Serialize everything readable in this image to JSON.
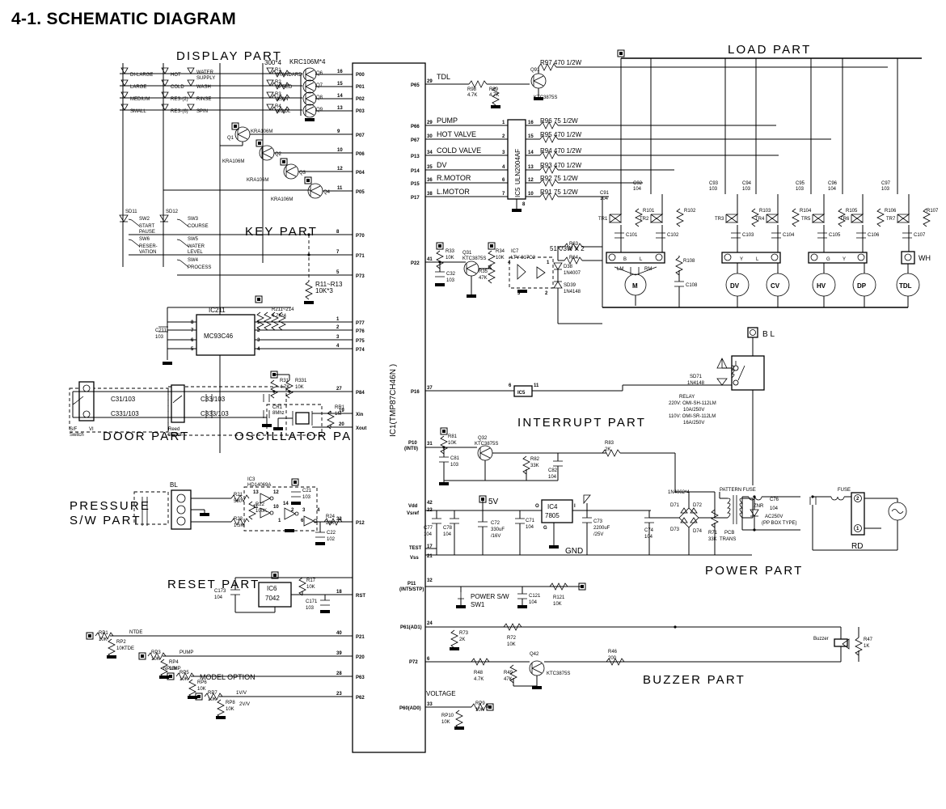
{
  "page": {
    "title": "4-1. SCHEMATIC DIAGRAM"
  },
  "sections": {
    "display": "DISPLAY  PART",
    "key": "KEY  PART",
    "door": "DOOR  PART",
    "oscillator": "OSCILLATOR  PART",
    "pressure": "PRESSURE\nS/W PART",
    "pressure_l1": "PRESSURE",
    "pressure_l2": "S/W PART",
    "reset": "RESET  PART",
    "load": "LOAD  PART",
    "interrupt": "INTERRUPT  PART",
    "power": "POWER  PART",
    "buzzer": "BUZZER  PART"
  },
  "mcu": {
    "label": "IC1(TMP87CH46N )"
  },
  "display_part": {
    "led_columns": [
      [
        "DI-LARGE",
        "LARGE",
        "MEDIUM",
        "SMALL"
      ],
      [
        "HOT",
        "COLD",
        "RES-(2)",
        "RES-(6)"
      ],
      [
        "WATER\nSUPPLY",
        "WASH",
        "RINSE",
        "SPIN"
      ],
      [
        "STANDARD",
        "SPEED",
        "JEAN",
        "WOOL"
      ]
    ],
    "col3_line1": "WATER",
    "col3_line2": "SUPPLY",
    "resistor_group": "300*4",
    "resistors": [
      "R1",
      "R2",
      "R3",
      "R4"
    ],
    "transistor_array": "KRC106M*4",
    "transistors": [
      "Q6",
      "Q7",
      "Q8",
      "Q9"
    ],
    "pins": [
      {
        "num": "16",
        "name": "P00"
      },
      {
        "num": "15",
        "name": "P01"
      },
      {
        "num": "14",
        "name": "P02"
      },
      {
        "num": "13",
        "name": "P03"
      }
    ],
    "drivers": [
      {
        "ref": "Q1",
        "part": "KRA106M",
        "pin": "9",
        "port": "P07"
      },
      {
        "ref": "Q2",
        "part": "KRA106M",
        "pin": "10",
        "port": "P06"
      },
      {
        "ref": "Q3",
        "part": "KRA106M",
        "pin": "12",
        "port": "P04"
      },
      {
        "ref": "Q4",
        "part": "KRA106M",
        "pin": "11",
        "port": "P05"
      }
    ]
  },
  "key_part": {
    "diodes": [
      "SD11",
      "SD12"
    ],
    "switches": [
      {
        "ref": "SW2",
        "l1": "START",
        "l2": "PAUSE"
      },
      {
        "ref": "SW3",
        "l1": "COURSE",
        "l2": ""
      },
      {
        "ref": "SW6",
        "l1": "RESER-",
        "l2": "VATION"
      },
      {
        "ref": "SW5",
        "l1": "WATER",
        "l2": "LEVEL"
      },
      {
        "ref": "SW4",
        "l1": "PROCESS",
        "l2": ""
      }
    ],
    "pins": [
      {
        "num": "8",
        "name": "P70"
      },
      {
        "num": "7",
        "name": "P71"
      },
      {
        "num": "5",
        "name": "P73"
      }
    ],
    "pullup_l1": "R11~R13",
    "pullup_l2": "10K*3",
    "eeprom": {
      "ref": "IC211",
      "part": "MC93C46",
      "cap_l1": "C211",
      "cap_l2": "103",
      "res_l1": "R211~214",
      "res_l2": "4.7K*4",
      "left_pins": [
        "8",
        "7",
        "6",
        "5"
      ],
      "right_pins": [
        "1",
        "2",
        "3",
        "4"
      ],
      "mcu_pins": [
        {
          "num": "1",
          "name": "P77"
        },
        {
          "num": "2",
          "name": "P76"
        },
        {
          "num": "3",
          "name": "P75"
        },
        {
          "num": "4",
          "name": "P74"
        }
      ]
    }
  },
  "door_part": {
    "sw_l1": "S/F",
    "sw_l2": "Switch",
    "sw_ref": "VI",
    "reed_l1": "Reed",
    "reed_l2": "Switch",
    "caps": [
      "C31/103",
      "C331/103",
      "C33/103",
      "C333/103"
    ],
    "r31_l1": "R31",
    "r31_l2": "4.7K",
    "r331_l1": "R331",
    "r331_l2": "10K",
    "pin": {
      "num": "27",
      "name": "P84"
    }
  },
  "oscillator_part": {
    "xtal_l1": "CR1",
    "xtal_l2": "8Mhz",
    "res_l1": "RR1",
    "res_l2": "1M",
    "pins": [
      {
        "num": "19",
        "name": "Xin"
      },
      {
        "num": "20",
        "name": "Xout"
      }
    ]
  },
  "pressure_part": {
    "conn": "BL",
    "r21_l1": "R21",
    "r21_l2": "560",
    "r22_l1": "R22",
    "r22_l2": "100K",
    "r23_l1": "R23",
    "r23_l2": "1.5K",
    "ic3_l1": "IC3",
    "ic3_l2": "HD14069A",
    "c21_l1": "C21",
    "c21_l2": "103",
    "c22_l1": "C22",
    "c22_l2": "102",
    "r24_l1": "R24",
    "r24_l2": "22K",
    "gate_pins": [
      "13",
      "12",
      "11",
      "10",
      "14",
      "1",
      "2",
      "6",
      "3",
      "4",
      "7",
      "5"
    ],
    "pin": {
      "num": "33",
      "name": "P12"
    }
  },
  "reset_part": {
    "ic_l1": "IC6",
    "ic_l2": "7042",
    "c173_l1": "C173",
    "c173_l2": "104",
    "r17_l1": "R17",
    "r17_l2": "10K",
    "c171_l1": "C171",
    "c171_l2": "103",
    "pin": {
      "num": "18",
      "name": "RST"
    }
  },
  "model_option": {
    "title": "MODEL OPTION",
    "rows": [
      {
        "rp_top": "RP1",
        "rp_top_v": "10K",
        "rp_bot": "RP2",
        "rp_bot_v": "10K",
        "sig": "NTDE",
        "pin": "40",
        "port": "P21"
      },
      {
        "rp_top": "RP3",
        "rp_top_v": "10K",
        "rp_bot": "RP4",
        "rp_bot_v": "10K",
        "sig": "PUMP",
        "pin": "39",
        "port": "P20"
      },
      {
        "rp_top": "RP5",
        "rp_top_v": "10K",
        "rp_bot": "RP6",
        "rp_bot_v": "10K",
        "sig": "",
        "pin": "28",
        "port": "P63"
      },
      {
        "rp_top": "RP7",
        "rp_top_v": "10K",
        "rp_bot": "RP8",
        "rp_bot_v": "10K",
        "sig": "1V/V",
        "pin": "23",
        "port": "P62"
      }
    ],
    "tde": "TDE",
    "npump": "NPUMP",
    "twovv": "2V/V"
  },
  "voltage_part": {
    "title": "VOLTAGE",
    "rp9_l1": "RP9",
    "rp9_l2": "10K",
    "rp10_l1": "RP10",
    "rp10_l2": "10K",
    "pin": {
      "num": "33",
      "name": "P60(AD0)"
    }
  },
  "tdl_drive": {
    "signal": "TDL",
    "pin": {
      "num": "29",
      "name": "P65"
    },
    "r98_l1": "R98",
    "r98_l2": "4.7K",
    "r99_l1": "R99",
    "r99_l2": "4.7K",
    "q91": "Q91",
    "q91_part": "KTC3875S",
    "r97": "R97  470 1/2W"
  },
  "uln": {
    "part": "ULN2004AF",
    "ref": "IC5",
    "inputs": [
      {
        "port": "P66",
        "num": "29",
        "sig": "PUMP",
        "ic_in": "1",
        "ic_out": "16",
        "res": "R96  75  1/2W"
      },
      {
        "port": "P67",
        "num": "30",
        "sig": "HOT VALVE",
        "ic_in": "2",
        "ic_out": "15",
        "res": "R95  470 1/2W"
      },
      {
        "port": "P13",
        "num": "34",
        "sig": "COLD VALVE",
        "ic_in": "3",
        "ic_out": "14",
        "res": "R94  470 1/2W"
      },
      {
        "port": "P14",
        "num": "35",
        "sig": "DV",
        "ic_in": "4",
        "ic_out": "13",
        "res": "R93  470 1/2W"
      },
      {
        "port": "P15",
        "num": "36",
        "sig": "R.MOTOR",
        "ic_in": "6",
        "ic_out": "12",
        "res": "R92  75  1/2W"
      },
      {
        "port": "P17",
        "num": "38",
        "sig": "L.MOTOR",
        "ic_in": "7",
        "ic_out": "10",
        "res": "R91  75  1/2W"
      }
    ],
    "gnd_pin": "8"
  },
  "opto_part": {
    "pin": {
      "num": "41",
      "name": "P22"
    },
    "r33_l1": "R33",
    "r33_l2": "10K",
    "c32_l1": "C32",
    "c32_l2": "103",
    "q31": "Q31",
    "q31_part": "KTC3875S",
    "r35_l1": "R35",
    "r35_l2": "47K",
    "r34_l1": "R34",
    "r34_l2": "10K",
    "ic7_l1": "IC7",
    "ic7_l2": "LTV-817C2",
    "ic7_pins": [
      "4",
      "3",
      "2",
      "1"
    ],
    "d38_l1": "D38",
    "d38_l2": "1N4007",
    "d39_l1": "SD39",
    "d39_l2": "1N4148",
    "r6x_note": "51K/3W X 2",
    "r63": "R63",
    "r64": "R64"
  },
  "load_part": {
    "triacs": [
      "TR1",
      "TR2",
      "TR3",
      "TR4",
      "TR5",
      "TR6",
      "TR7"
    ],
    "gate_res": [
      "R101",
      "R102",
      "R103",
      "R104",
      "R105",
      "R106",
      "R107"
    ],
    "snub_caps": [
      "C101",
      "C102",
      "C103",
      "C104",
      "C105",
      "C106",
      "C107"
    ],
    "top_caps": [
      {
        "ref": "C91",
        "val": "104"
      },
      {
        "ref": "C92",
        "val": "104"
      },
      {
        "ref": "C93",
        "val": "103"
      },
      {
        "ref": "C94",
        "val": "103"
      },
      {
        "ref": "C95",
        "val": "103"
      },
      {
        "ref": "C96",
        "val": "104"
      },
      {
        "ref": "C97",
        "val": "103"
      }
    ],
    "motor": {
      "ref": "M",
      "conn": [
        "2",
        "B",
        "L",
        "1"
      ],
      "lm": "LM",
      "rm": "RM"
    },
    "r108": "R108",
    "c108": "C108",
    "loads": [
      {
        "ref": "DV",
        "conn": [
          "2",
          "Y",
          "L",
          "1"
        ]
      },
      {
        "ref": "CV",
        "conn": []
      },
      {
        "ref": "HV",
        "conn": [
          "2",
          "G",
          "Y",
          "1"
        ]
      },
      {
        "ref": "DP",
        "conn": []
      },
      {
        "ref": "TDL",
        "conn": [
          "WH"
        ]
      }
    ],
    "wh": "WH"
  },
  "relay_part": {
    "bl": "B L",
    "sd71_l1": "SD71",
    "sd71_l2": "1N4148",
    "lines": [
      "RELAY",
      "220V: OMI-SH-112LM",
      "10A/250V",
      "110V: OMI-SR-112LM",
      "16A/250V"
    ],
    "pin": {
      "num": "37",
      "name": "P16"
    },
    "ic5_box": "IC5",
    "ic5_in": "6",
    "ic5_out": "11"
  },
  "interrupt_part": {
    "pin": {
      "num": "31",
      "name": "P10",
      "sub": "(INT0)"
    },
    "r81_l1": "R81",
    "r81_l2": "10K",
    "c81_l1": "C81",
    "c81_l2": "103",
    "q32": "Q32",
    "q32_part": "KTC3875S",
    "r82_l1": "R82",
    "r82_l2": "33K",
    "c82_l1": "C82",
    "c82_l2": "104",
    "r83_l1": "R83",
    "r83_l2": "2K"
  },
  "power_part": {
    "vdd_pin": "42",
    "vdd": "Vdd",
    "vref_pin": "22",
    "vref": "Vsref",
    "test_pin": "17",
    "test": "TEST",
    "vss_pin": "21",
    "vss": "Vss",
    "five_v": "5V",
    "c77_l1": "C77",
    "c77_l2": "104",
    "c78_l1": "C78",
    "c78_l2": "104",
    "c72_l1": "C72",
    "c72_l2": "330uF",
    "c72_l3": "/16V",
    "c71_l1": "C71",
    "c71_l2": "104",
    "ic4_l1": "IC4",
    "ic4_l2": "7805",
    "ic4_o": "O",
    "ic4_i": "I",
    "ic4_g": "G",
    "c73_l1": "C73",
    "c73_l2": "2200uF",
    "c73_l3": "/25V",
    "c74_l1": "C74",
    "c74_l2": "104",
    "gnd": "GND",
    "bridge": "1N4002*4",
    "diodes": [
      "D71",
      "D72",
      "D73",
      "D74"
    ],
    "r71_l1": "R71",
    "r71_l2": "33K",
    "trans_l1": "PCB",
    "trans_l2": "TRANS",
    "pattern_fuse": "PATTERN FUSE",
    "znr": "ZNR",
    "c76_l1": "C76",
    "c76_l2": "104",
    "c76_l3": "AC250V",
    "c76_l4": "(PP BOX TYPE)",
    "fuse": "FUSE",
    "rd": "RD",
    "rd_pins": [
      "2",
      "1"
    ]
  },
  "power_sw_part": {
    "pin": {
      "num": "32",
      "name": "P11",
      "sub": "(INT5/STP)"
    },
    "sw_l1": "POWER  S/W",
    "sw_l2": "SW1",
    "c121_l1": "C121",
    "c121_l2": "104",
    "r121_l1": "R121",
    "r121_l2": "10K"
  },
  "buzzer_part": {
    "pin_ad1": {
      "num": "24",
      "name": "P61(AD1)"
    },
    "r73_l1": "R73",
    "r73_l2": "2K",
    "r72_l1": "R72",
    "r72_l2": "10K",
    "pin_p72": {
      "num": "6",
      "name": "P72"
    },
    "r48_l1": "R48",
    "r48_l2": "4.7K",
    "r49_l1": "R49",
    "r49_l2": "47K",
    "q42": "Q42",
    "q42_part": "KTC3875S",
    "r46_l1": "R46",
    "r46_l2": "200",
    "buzzer": "Buzzer",
    "r47_l1": "R47",
    "r47_l2": "1K"
  }
}
